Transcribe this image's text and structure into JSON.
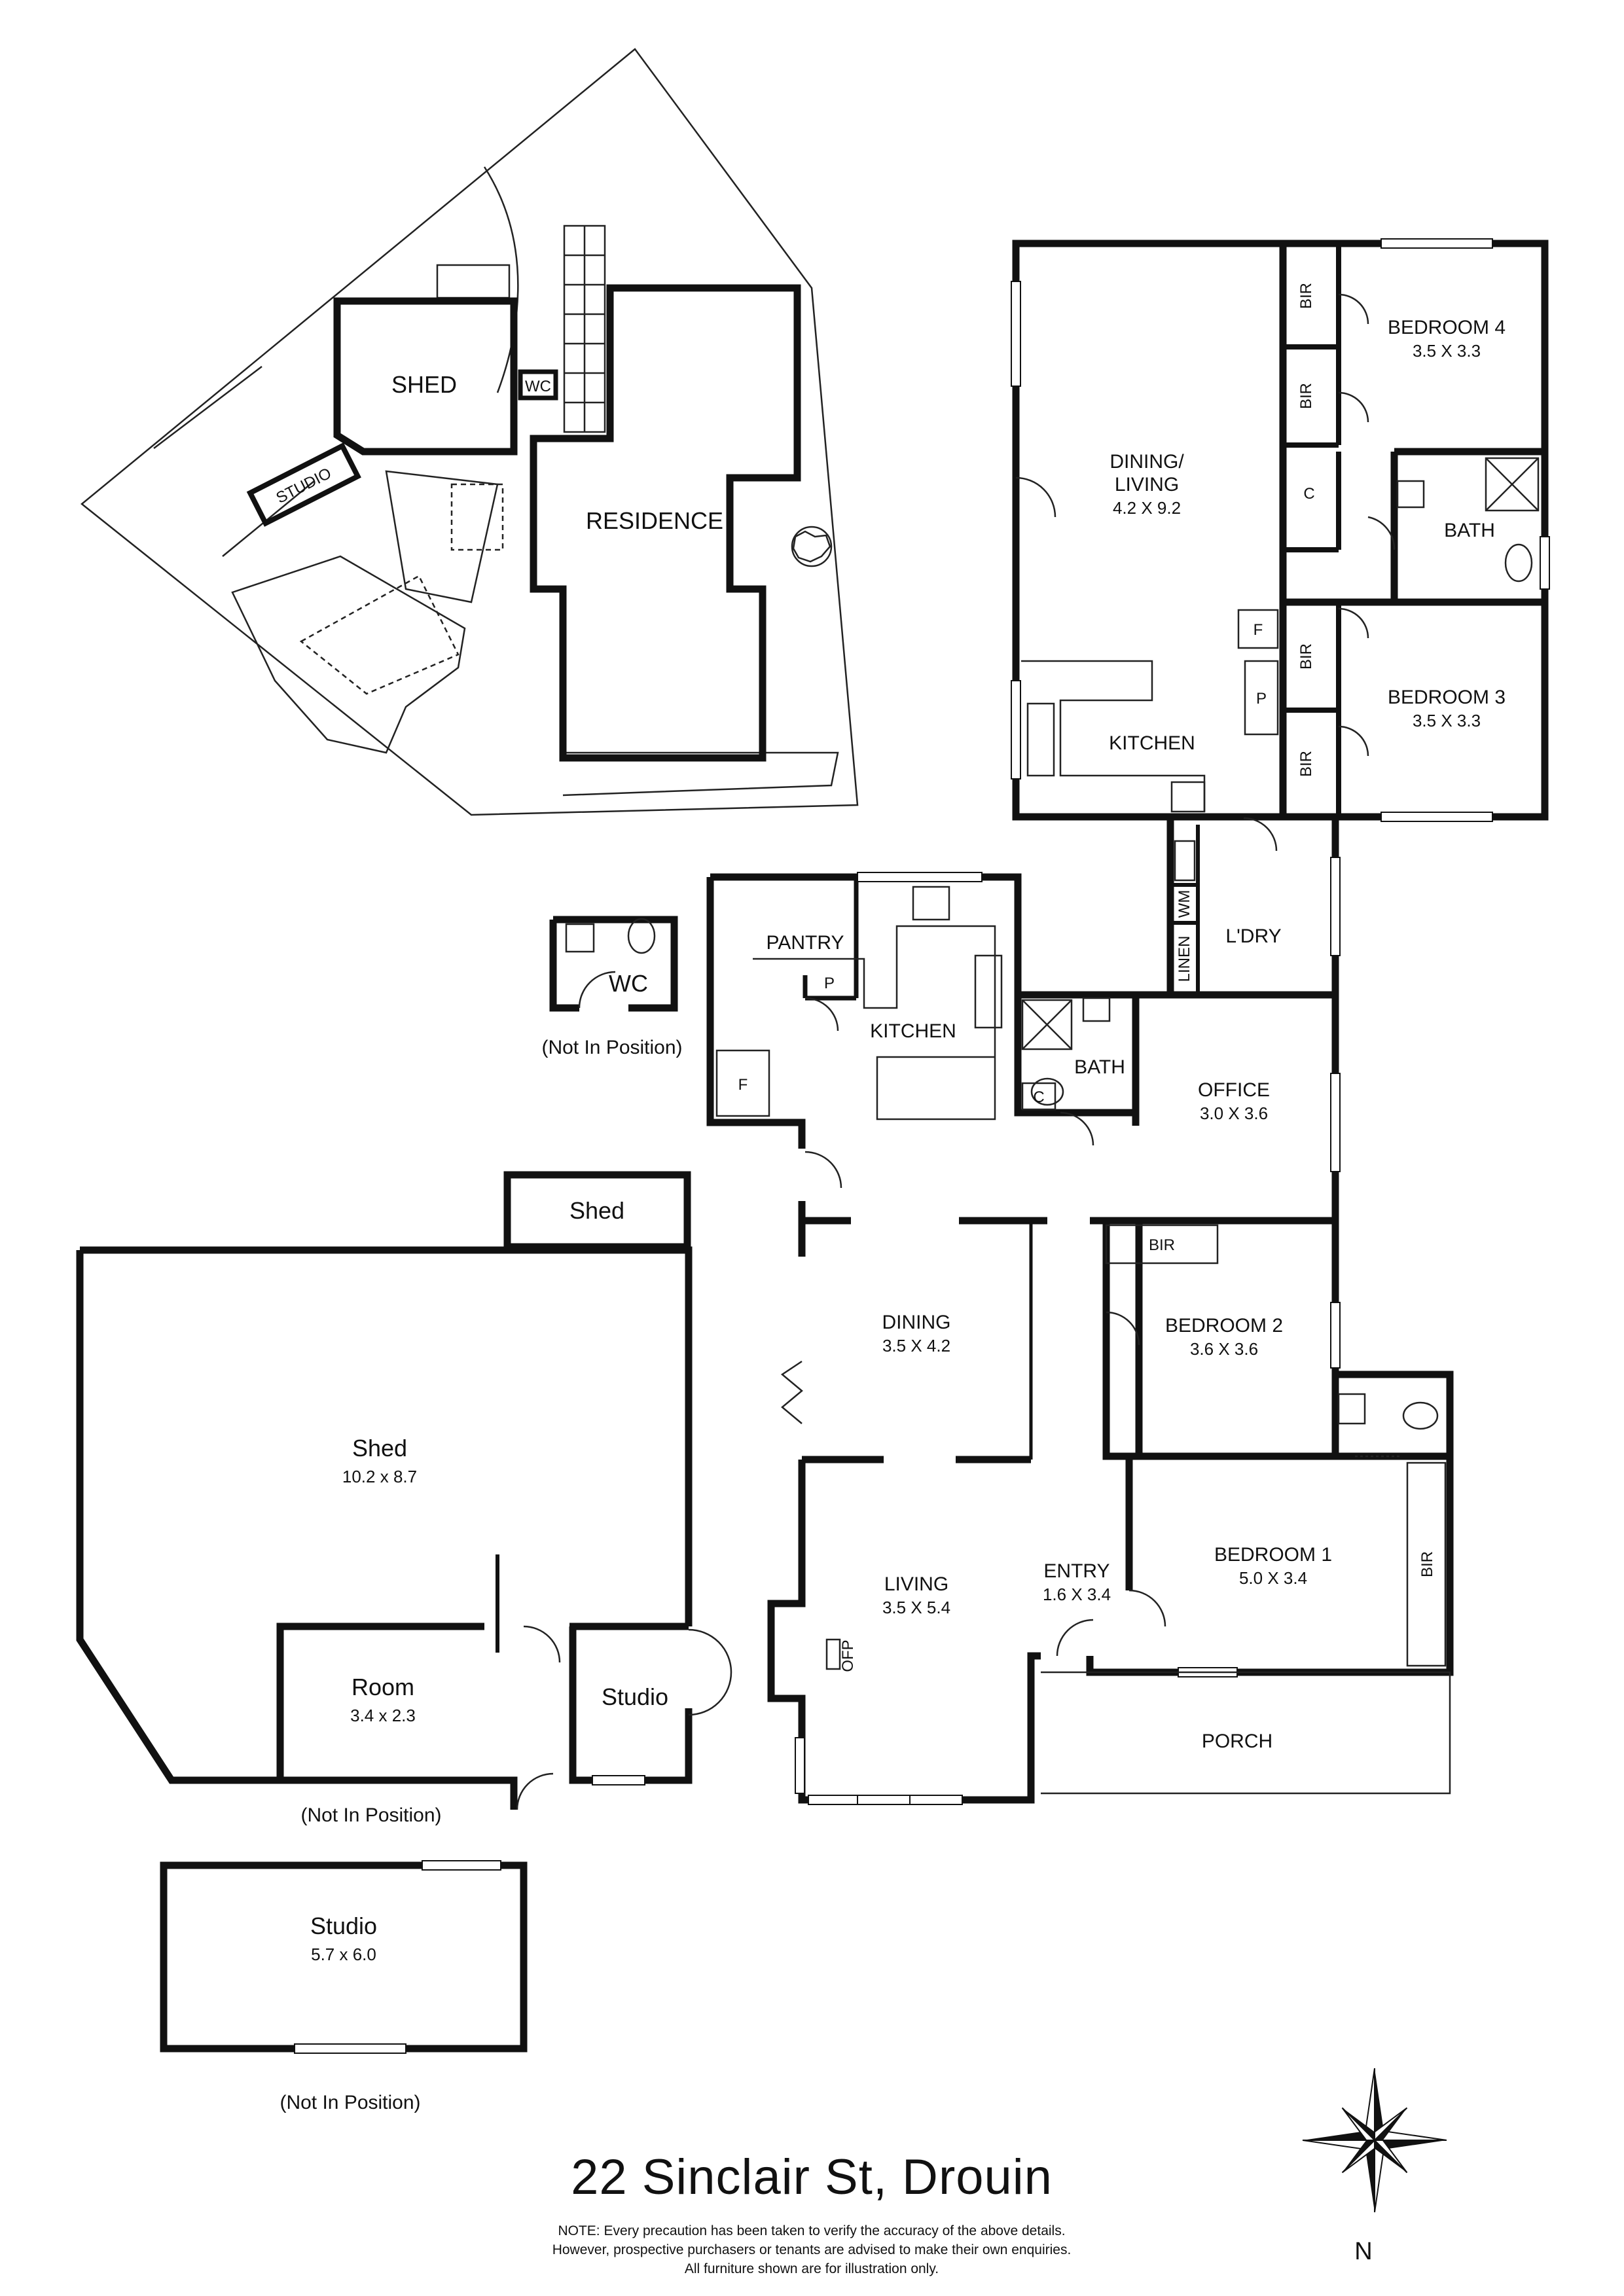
{
  "title": "22 Sinclair St, Drouin",
  "note": [
    "NOTE: Every precaution has been taken to verify the accuracy of the above details.",
    "However, prospective purchasers or tenants are advised to make their own enquiries.",
    "All furniture shown are for illustration only."
  ],
  "north_label": "N",
  "site_plan": {
    "shed": "SHED",
    "wc": "WC",
    "studio": "STUDIO",
    "residence": "RESIDENCE"
  },
  "outbuildings": {
    "wc": "WC",
    "wc_note": "(Not In Position)",
    "small_shed": "Shed",
    "big_shed": {
      "name": "Shed",
      "dim": "10.2 x 8.7"
    },
    "room": {
      "name": "Room",
      "dim": "3.4 x 2.3"
    },
    "studio_small": "Studio",
    "shed_note": "(Not In Position)",
    "studio": {
      "name": "Studio",
      "dim": "5.7 x 6.0"
    },
    "studio_note": "(Not In Position)"
  },
  "house": {
    "dining_living": {
      "name": [
        "DINING/",
        "LIVING"
      ],
      "dim": "4.2 X 9.2"
    },
    "bedroom4": {
      "name": "BEDROOM 4",
      "dim": "3.5 X 3.3"
    },
    "bedroom3": {
      "name": "BEDROOM 3",
      "dim": "3.5 X 3.3"
    },
    "bath_rear": "BATH",
    "kitchen_rear": "KITCHEN",
    "bir_a": "BIR",
    "bir_b": "BIR",
    "bir_c": "BIR",
    "bir_d": "BIR",
    "c_rear": "C",
    "f_rear": "F",
    "p_rear": "P",
    "laundry": "L'DRY",
    "wm": "WM",
    "linen": "LINEN",
    "pantry": "PANTRY",
    "p_front": "P",
    "kitchen_front": "KITCHEN",
    "f_front": "F",
    "bath_front": "BATH",
    "c_front": "C",
    "office": {
      "name": "OFFICE",
      "dim": "3.0 X 3.6"
    },
    "dining": {
      "name": "DINING",
      "dim": "3.5 X 4.2"
    },
    "bir_bed2": "BIR",
    "bedroom2": {
      "name": "BEDROOM 2",
      "dim": "3.6 X 3.6"
    },
    "living": {
      "name": "LIVING",
      "dim": "3.5 X 5.4"
    },
    "ofp": "OFP",
    "entry": {
      "name": "ENTRY",
      "dim": "1.6 X 3.4"
    },
    "bedroom1": {
      "name": "BEDROOM 1",
      "dim": "5.0 X 3.4"
    },
    "bir_bed1": "BIR",
    "porch": "PORCH"
  }
}
